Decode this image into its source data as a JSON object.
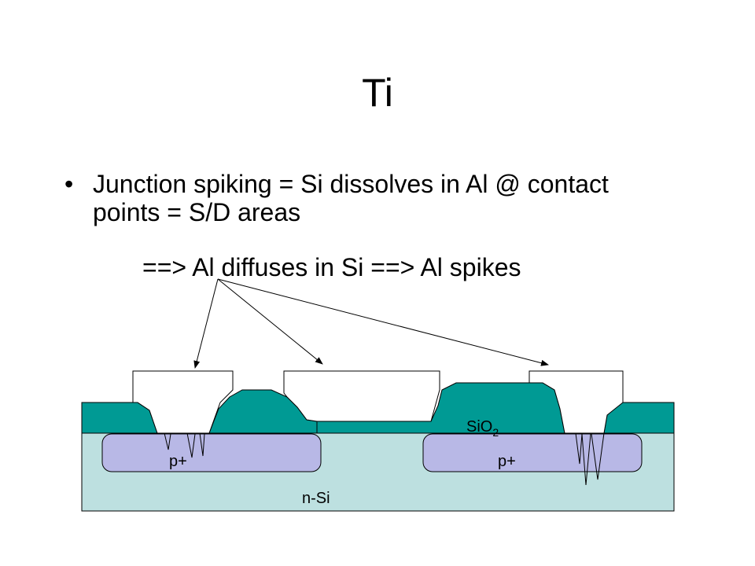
{
  "slide": {
    "title": "Ti",
    "bullet": {
      "marker": "•",
      "text": "Junction spiking = Si dissolves in Al @ contact points = S/D areas"
    },
    "subline": "==> Al diffuses in Si ==> Al spikes"
  },
  "diagram": {
    "labels": {
      "oxide_base": "SiO",
      "oxide_sub": "2",
      "p_left": "p+",
      "p_right": "p+",
      "substrate": "n-Si"
    },
    "colors": {
      "substrate": "#bde0e0",
      "p_region": "#b8b8e6",
      "oxide": "#009a94",
      "metal": "#ffffff",
      "outline": "#000000"
    }
  }
}
